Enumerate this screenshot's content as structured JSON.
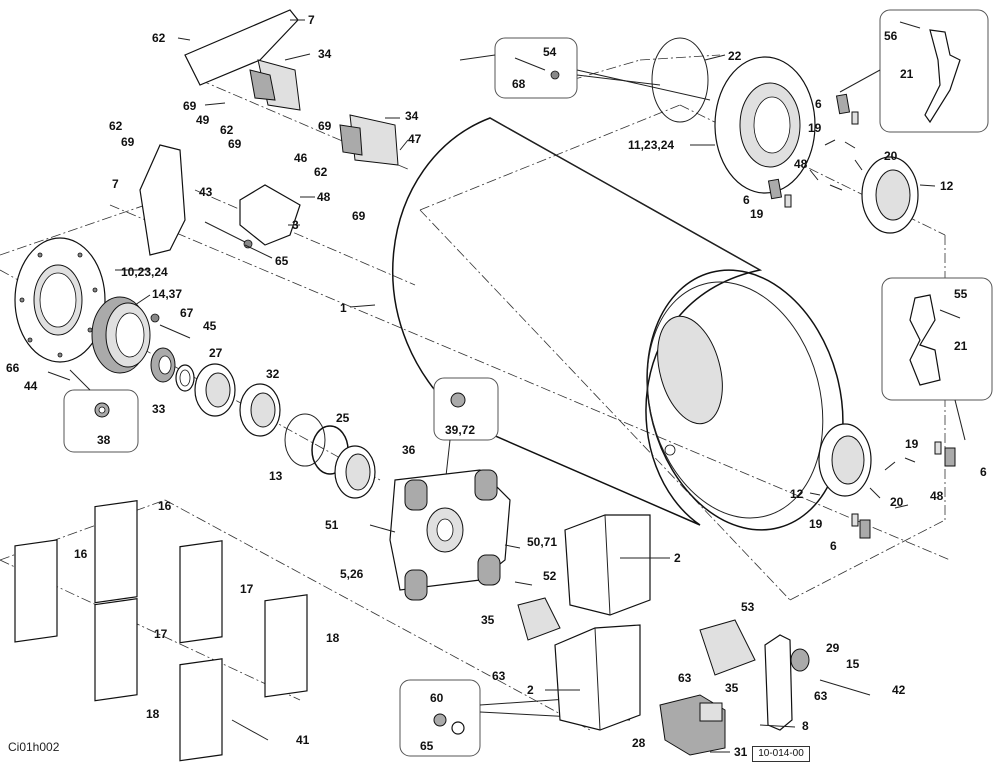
{
  "drawing": {
    "code_left": "Ci01h002",
    "code_box": "10-014-00"
  },
  "labels": [
    {
      "id": "l7a",
      "text": "7"
    },
    {
      "id": "l62a",
      "text": "62"
    },
    {
      "id": "l34a",
      "text": "34"
    },
    {
      "id": "l69a",
      "text": "69"
    },
    {
      "id": "l49",
      "text": "49"
    },
    {
      "id": "l62b",
      "text": "62"
    },
    {
      "id": "l69b",
      "text": "69"
    },
    {
      "id": "l34b",
      "text": "34"
    },
    {
      "id": "l69c",
      "text": "69"
    },
    {
      "id": "l47",
      "text": "47"
    },
    {
      "id": "l62c",
      "text": "62"
    },
    {
      "id": "l69d",
      "text": "69"
    },
    {
      "id": "l46",
      "text": "46"
    },
    {
      "id": "l62d",
      "text": "62"
    },
    {
      "id": "l69e",
      "text": "69"
    },
    {
      "id": "l7b",
      "text": "7"
    },
    {
      "id": "l43",
      "text": "43"
    },
    {
      "id": "l48a",
      "text": "48"
    },
    {
      "id": "l3",
      "text": "3"
    },
    {
      "id": "l65a",
      "text": "65"
    },
    {
      "id": "l10",
      "text": "10,23,24"
    },
    {
      "id": "l14",
      "text": "14,37"
    },
    {
      "id": "l67",
      "text": "67"
    },
    {
      "id": "l45",
      "text": "45"
    },
    {
      "id": "l27",
      "text": "27"
    },
    {
      "id": "l66",
      "text": "66"
    },
    {
      "id": "l44",
      "text": "44"
    },
    {
      "id": "l33",
      "text": "33"
    },
    {
      "id": "l32",
      "text": "32"
    },
    {
      "id": "l38",
      "text": "38"
    },
    {
      "id": "l25",
      "text": "25"
    },
    {
      "id": "l13",
      "text": "13"
    },
    {
      "id": "l36",
      "text": "36"
    },
    {
      "id": "l1",
      "text": "1"
    },
    {
      "id": "l3972",
      "text": "39,72"
    },
    {
      "id": "l54",
      "text": "54"
    },
    {
      "id": "l68",
      "text": "68"
    },
    {
      "id": "l22",
      "text": "22"
    },
    {
      "id": "l11",
      "text": "11,23,24"
    },
    {
      "id": "l56",
      "text": "56"
    },
    {
      "id": "l21a",
      "text": "21"
    },
    {
      "id": "l6a",
      "text": "6"
    },
    {
      "id": "l19a",
      "text": "19"
    },
    {
      "id": "l20a",
      "text": "20"
    },
    {
      "id": "l48b",
      "text": "48"
    },
    {
      "id": "l12a",
      "text": "12"
    },
    {
      "id": "l6b",
      "text": "6"
    },
    {
      "id": "l19b",
      "text": "19"
    },
    {
      "id": "l55",
      "text": "55"
    },
    {
      "id": "l21b",
      "text": "21"
    },
    {
      "id": "l19c",
      "text": "19"
    },
    {
      "id": "l6c",
      "text": "6"
    },
    {
      "id": "l48c",
      "text": "48"
    },
    {
      "id": "l12b",
      "text": "12"
    },
    {
      "id": "l20b",
      "text": "20"
    },
    {
      "id": "l19d",
      "text": "19"
    },
    {
      "id": "l6d",
      "text": "6"
    },
    {
      "id": "l16a",
      "text": "16"
    },
    {
      "id": "l16b",
      "text": "16"
    },
    {
      "id": "l17a",
      "text": "17"
    },
    {
      "id": "l17b",
      "text": "17"
    },
    {
      "id": "l18a",
      "text": "18"
    },
    {
      "id": "l18b",
      "text": "18"
    },
    {
      "id": "l41",
      "text": "41"
    },
    {
      "id": "l51",
      "text": "51"
    },
    {
      "id": "l5071",
      "text": "50,71"
    },
    {
      "id": "l526",
      "text": "5,26"
    },
    {
      "id": "l52",
      "text": "52"
    },
    {
      "id": "l2a",
      "text": "2"
    },
    {
      "id": "l2b",
      "text": "2"
    },
    {
      "id": "l35a",
      "text": "35"
    },
    {
      "id": "l63a",
      "text": "63"
    },
    {
      "id": "l53",
      "text": "53"
    },
    {
      "id": "l63b",
      "text": "63"
    },
    {
      "id": "l63c",
      "text": "63"
    },
    {
      "id": "l35b",
      "text": "35"
    },
    {
      "id": "l29",
      "text": "29"
    },
    {
      "id": "l15",
      "text": "15"
    },
    {
      "id": "l42",
      "text": "42"
    },
    {
      "id": "l8",
      "text": "8"
    },
    {
      "id": "l60",
      "text": "60"
    },
    {
      "id": "l65b",
      "text": "65"
    },
    {
      "id": "l28",
      "text": "28"
    },
    {
      "id": "l31",
      "text": "31"
    }
  ]
}
